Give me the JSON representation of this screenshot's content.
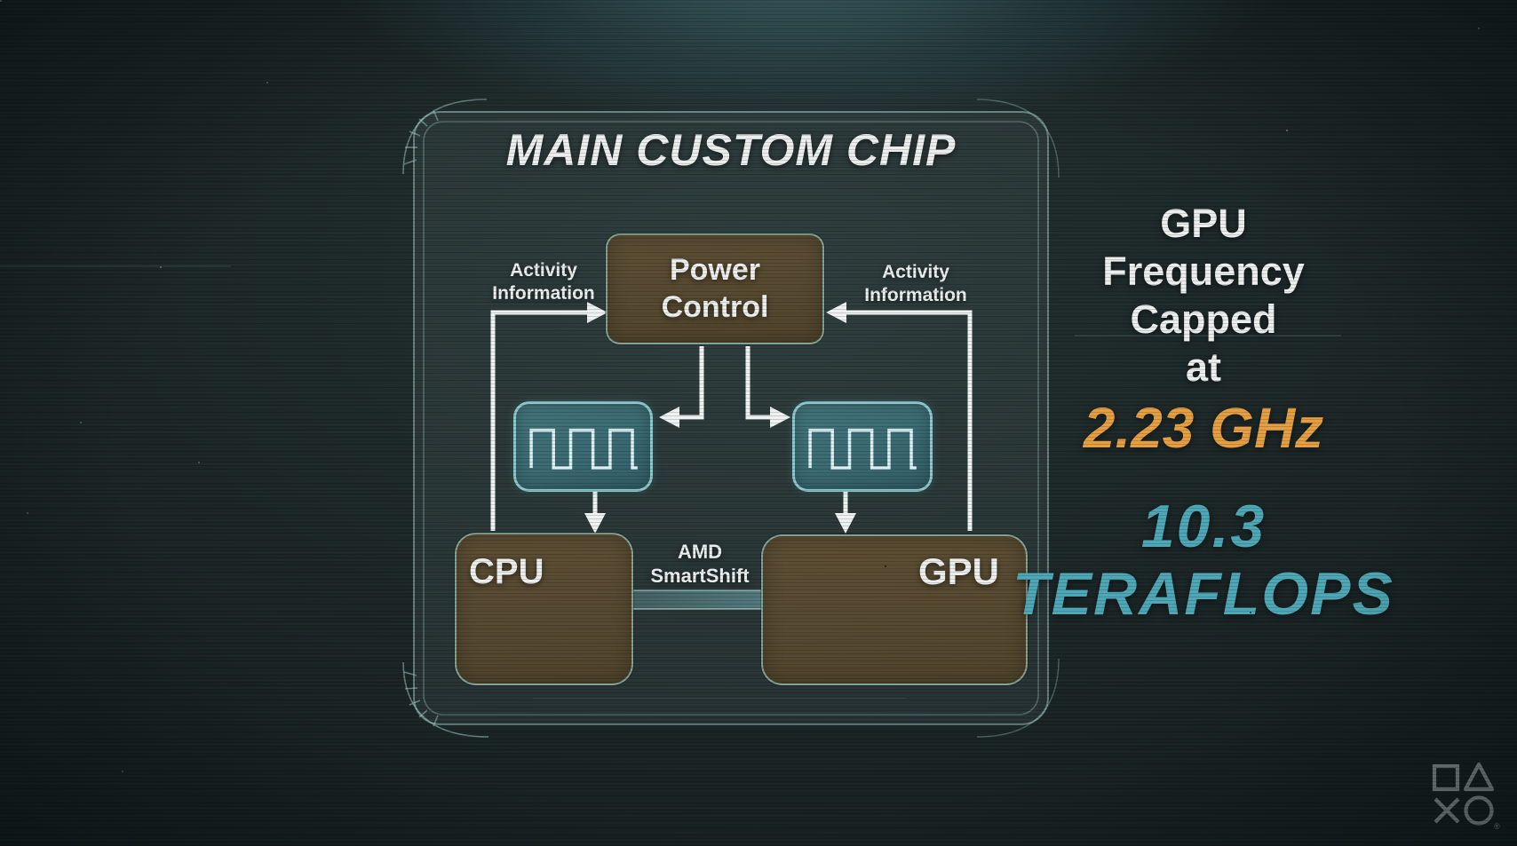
{
  "slide": {
    "title": "MAIN CUSTOM CHIP",
    "diagram": {
      "power_control": {
        "line1": "Power",
        "line2": "Control"
      },
      "activity_left": {
        "line1": "Activity",
        "line2": "Information"
      },
      "activity_right": {
        "line1": "Activity",
        "line2": "Information"
      },
      "cpu": "CPU",
      "gpu": "GPU",
      "smartshift": {
        "line1": "AMD",
        "line2": "SmartShift"
      }
    },
    "stats": {
      "line1": "GPU",
      "line2": "Frequency",
      "line3": "Capped",
      "line4": "at",
      "frequency_value": "2.23 GHz",
      "teraflops_value": "10.3",
      "teraflops_label": "TERAFLOPS"
    },
    "logo": {
      "name": "playstation-shapes",
      "registered": "®"
    },
    "colors": {
      "background": "#1b2526",
      "panel_line": "#9fc9c9",
      "box_brown": "#5a4c31",
      "clock_teal": "#3c6b73",
      "text_white": "#eceeed",
      "accent_orange": "#e59f43",
      "accent_teal": "#4ea7b6",
      "arrow_white": "#eef2f1",
      "smartshift_teal": "#6fb0b5",
      "logo_gray": "#9aa3a2"
    }
  }
}
